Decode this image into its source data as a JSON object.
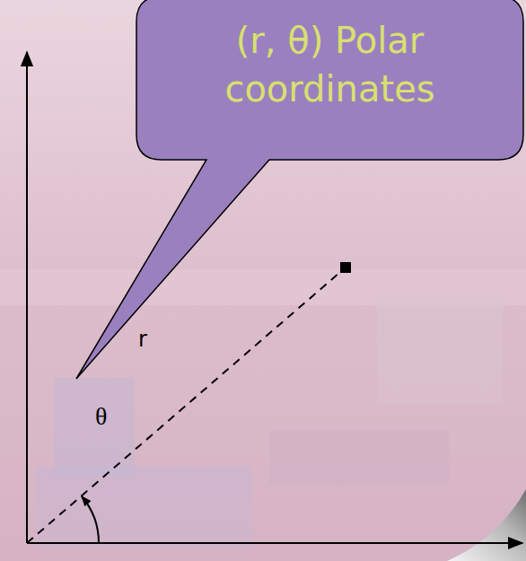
{
  "diagram": {
    "nodes": [
      {
        "text": [
          "(r, θ) Polar coordinates"
        ]
      }
    ],
    "labels": [
      "r",
      "θ"
    ]
  }
}
